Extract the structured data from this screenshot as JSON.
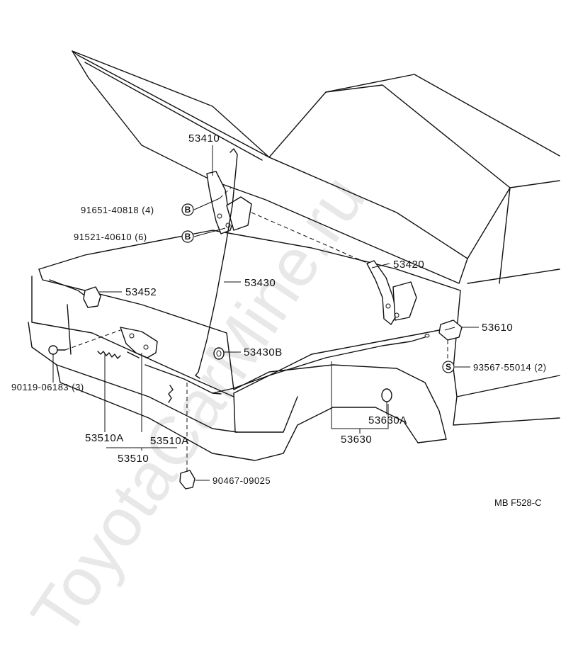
{
  "watermark": "ToyotaCarMine.ru",
  "figure_code": "MB F528-C",
  "symbols": {
    "bolt": "B",
    "screw": "S"
  },
  "parts": {
    "hood_hinge_lh": "53410",
    "hood_hinge_rh": "53420",
    "hood_support_rod": "53430",
    "support_rod_grommet": "53430B",
    "hood_bumper": "53452",
    "hood_lock_assy": "53510",
    "lock_sub_a_left": "53510A",
    "lock_sub_a_right": "53510A",
    "release_cable": "53630",
    "cable_clamp": "53630A",
    "release_lever": "53610",
    "bolt_hinge": "91651-40818 (4)",
    "bolt_lock": "91521-40610 (6)",
    "lock_bolt": "90119-06183 (3)",
    "clamp": "90467-09025",
    "screw_lever": "93567-55014 (2)"
  }
}
